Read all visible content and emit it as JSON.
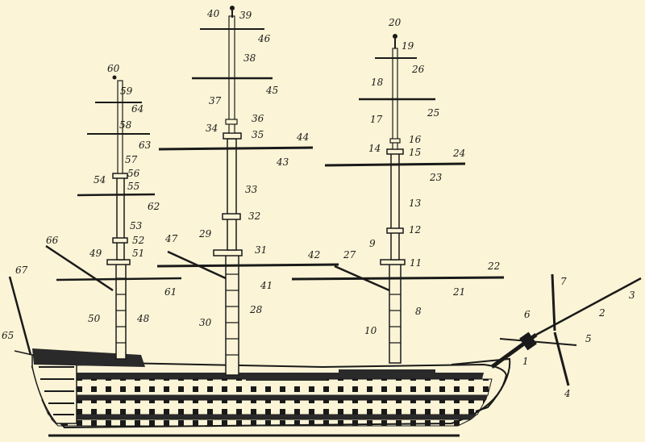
{
  "colors": {
    "background": "#fbf4d6",
    "ink": "#1a1a1a",
    "hull_dark": "#2a2a2a"
  },
  "labels": {
    "bowsprit": [
      "1",
      "2",
      "3",
      "4",
      "5",
      "6",
      "7"
    ],
    "fore": [
      "8",
      "9",
      "10",
      "11",
      "12",
      "13",
      "14",
      "15",
      "16",
      "17",
      "18",
      "19",
      "20",
      "21",
      "22",
      "23",
      "24",
      "25",
      "26",
      "27"
    ],
    "main": [
      "28",
      "29",
      "30",
      "31",
      "32",
      "33",
      "34",
      "35",
      "36",
      "37",
      "38",
      "39",
      "40",
      "41",
      "42",
      "43",
      "44",
      "45",
      "46",
      "47"
    ],
    "mizzen": [
      "48",
      "49",
      "50",
      "51",
      "52",
      "53",
      "54",
      "55",
      "56",
      "57",
      "58",
      "59",
      "60",
      "61",
      "62",
      "63",
      "64",
      "65",
      "66",
      "67"
    ]
  }
}
